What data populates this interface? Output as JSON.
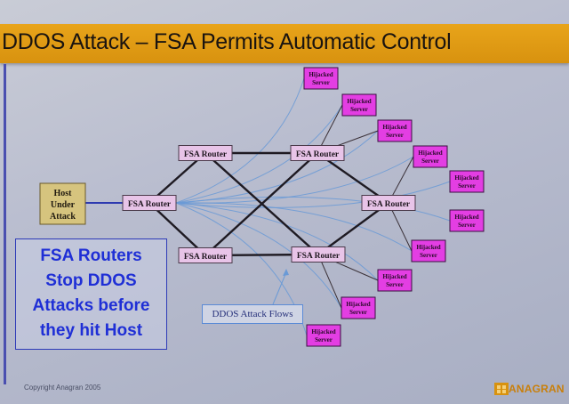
{
  "title": "DDOS Attack – FSA Permits Automatic Control",
  "host": {
    "lines": [
      "Host",
      "Under",
      "Attack"
    ]
  },
  "router_label": "FSA Router",
  "server_label_lines": [
    "Hijacked",
    "Server"
  ],
  "stop_text": [
    "FSA Routers",
    "Stop DDOS",
    "Attacks before",
    "they hit Host"
  ],
  "flow_label": "DDOS Attack Flows",
  "copyright": "Copyright Anagran 2005",
  "logo": "ANAGRAN",
  "colors": {
    "title_bar": "#e8a41a",
    "router_fill": "#e8c4e8",
    "server_fill": "#e33ee3",
    "host_fill": "#d6c47e",
    "stop_text": "#1f2fd6",
    "flow_line": "#6a9ad6"
  }
}
